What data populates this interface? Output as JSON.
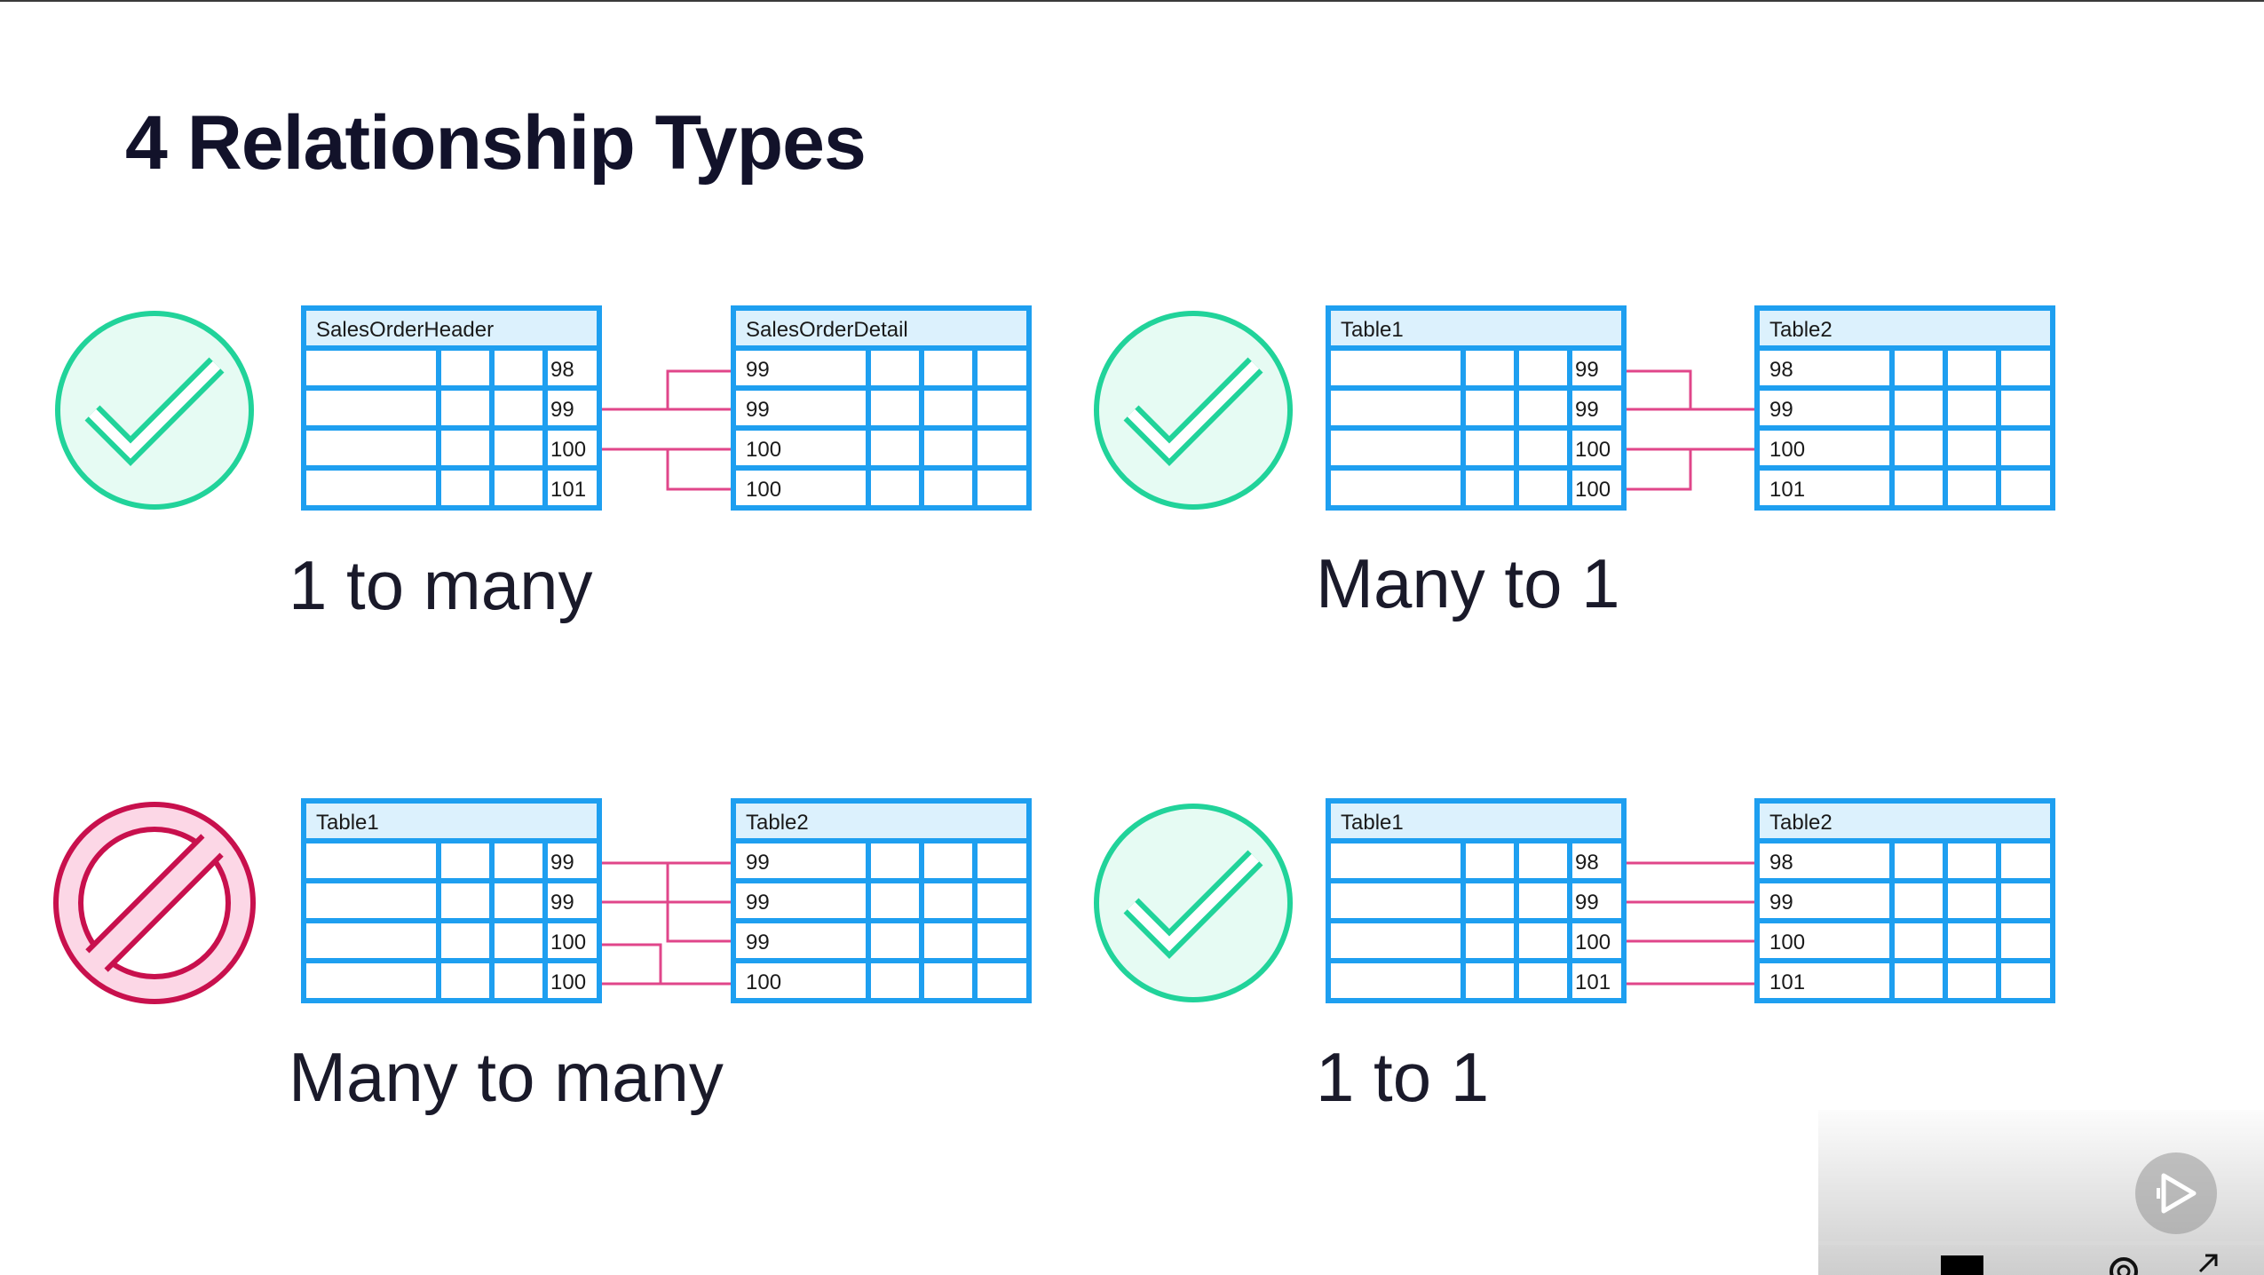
{
  "title": "4 Relationship Types",
  "colors": {
    "table_border": "#1e9ff0",
    "table_header_bg": "#dcf1fd",
    "connector": "#e0468a",
    "check_stroke": "#21d39a",
    "check_fill": "#e6fbf3",
    "ban_stroke": "#c8104d",
    "ban_fill": "#fcd7e6",
    "title_text": "#12122a"
  },
  "panels": [
    {
      "caption": "1 to many",
      "status": "check-icon",
      "left_table": {
        "name": "SalesOrderHeader",
        "keys": [
          "98",
          "99",
          "100",
          "101"
        ]
      },
      "right_table": {
        "name": "SalesOrderDetail",
        "keys": [
          "99",
          "99",
          "100",
          "100"
        ]
      }
    },
    {
      "caption": "Many to 1",
      "status": "check-icon",
      "left_table": {
        "name": "Table1",
        "keys": [
          "99",
          "99",
          "100",
          "100"
        ]
      },
      "right_table": {
        "name": "Table2",
        "keys": [
          "98",
          "99",
          "100",
          "101"
        ]
      }
    },
    {
      "caption": "Many to many",
      "status": "prohibited-icon",
      "left_table": {
        "name": "Table1",
        "keys": [
          "99",
          "99",
          "100",
          "100"
        ]
      },
      "right_table": {
        "name": "Table2",
        "keys": [
          "99",
          "99",
          "99",
          "100"
        ]
      }
    },
    {
      "caption": "1 to 1",
      "status": "check-icon",
      "left_table": {
        "name": "Table1",
        "keys": [
          "98",
          "99",
          "100",
          "101"
        ]
      },
      "right_table": {
        "name": "Table2",
        "keys": [
          "98",
          "99",
          "100",
          "101"
        ]
      }
    }
  ],
  "player": {
    "play_icon": "play-icon",
    "fullscreen_icon": "stop-square-icon",
    "settings_icon": "gear-icon",
    "expand_icon": "expand-icon"
  }
}
